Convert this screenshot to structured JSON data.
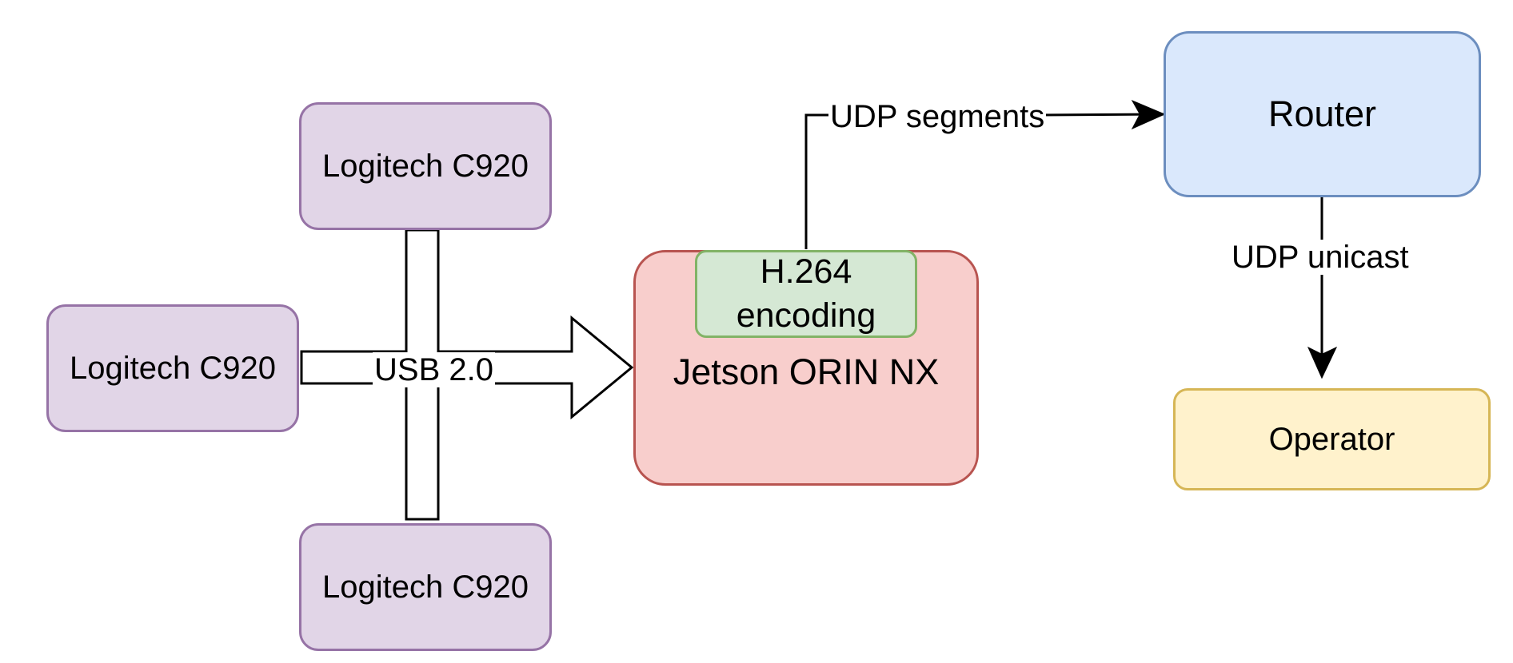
{
  "nodes": {
    "camera_top": {
      "label": "Logitech C920",
      "fill": "#e1d5e7",
      "stroke": "#9673a6"
    },
    "camera_left": {
      "label": "Logitech C920",
      "fill": "#e1d5e7",
      "stroke": "#9673a6"
    },
    "camera_bottom": {
      "label": "Logitech C920",
      "fill": "#e1d5e7",
      "stroke": "#9673a6"
    },
    "jetson": {
      "label": "Jetson ORIN NX",
      "fill": "#f8cecc",
      "stroke": "#b85450"
    },
    "encoder": {
      "label": "H.264 encoding",
      "fill": "#d5e8d4",
      "stroke": "#82b366"
    },
    "router": {
      "label": "Router",
      "fill": "#dae8fc",
      "stroke": "#6c8ebf"
    },
    "operator": {
      "label": "Operator",
      "fill": "#fff2cc",
      "stroke": "#d6b656"
    }
  },
  "edges": {
    "usb": {
      "label": "USB 2.0"
    },
    "udp_segments": {
      "label": "UDP segments"
    },
    "udp_unicast": {
      "label": "UDP unicast"
    }
  },
  "colors": {
    "line": "#000000",
    "background": "#ffffff"
  }
}
